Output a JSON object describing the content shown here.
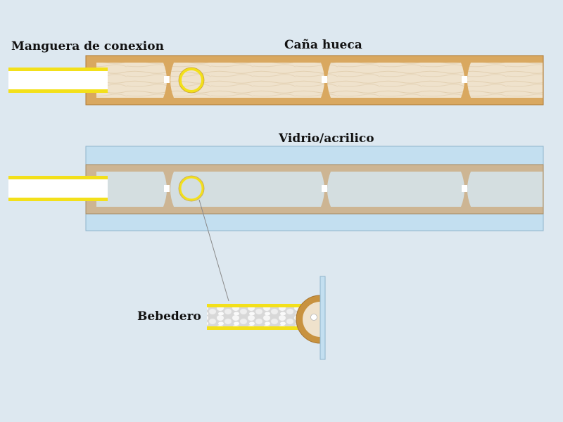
{
  "labels": {
    "hose": "Manguera de conexion",
    "cane": "Caña hueca",
    "glass": "Vidrio/acrilico",
    "drinker": "Bebedero"
  },
  "colors": {
    "background": "#dde8f0",
    "cane_wood": "#d9a860",
    "cane_border": "#b07a35",
    "cane_inner": "#efe2cc",
    "glass": "#c3dff0",
    "glass_border": "#8fb4cc",
    "hose_yellow": "#f3e01a",
    "hose_inner": "#ffffff"
  }
}
